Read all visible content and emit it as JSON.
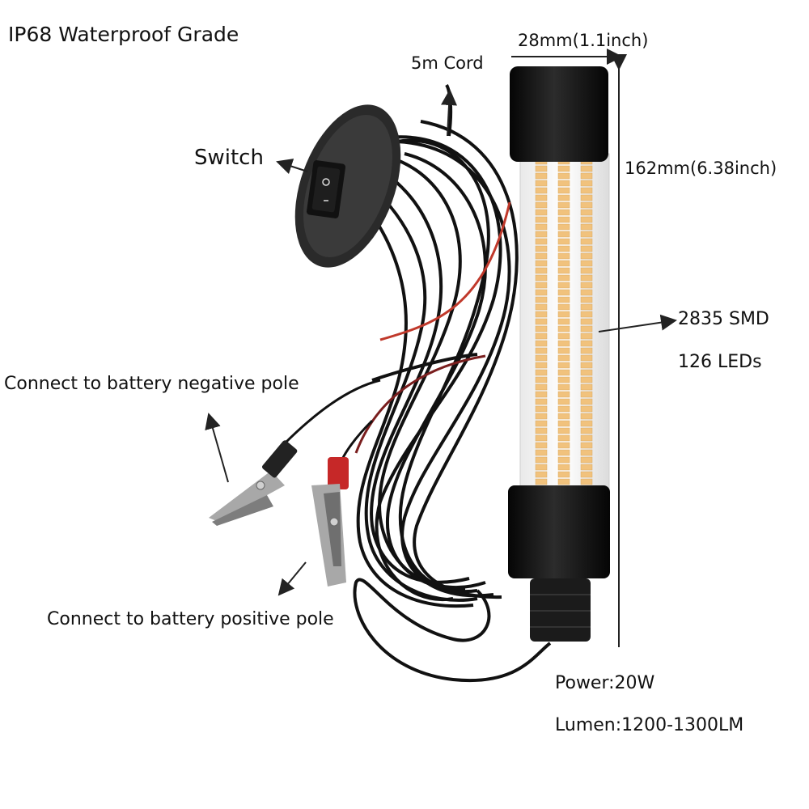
{
  "labels": {
    "grade": "IP68 Waterproof Grade",
    "width": "28mm(1.1inch)",
    "cord": "5m Cord",
    "switch": "Switch",
    "length": "162mm(6.38inch)",
    "smd": "2835 SMD",
    "leds": "126 LEDs",
    "negative": "Connect to battery negative pole",
    "positive": "Connect to battery positive pole",
    "power": "Power:20W",
    "lumen": "Lumen:1200-1300LM"
  },
  "colors": {
    "cable": "#111111",
    "led": "#f1c27d",
    "cap": "#161616",
    "clip": "#9a9a9a",
    "red_wire": "#c0392b"
  }
}
